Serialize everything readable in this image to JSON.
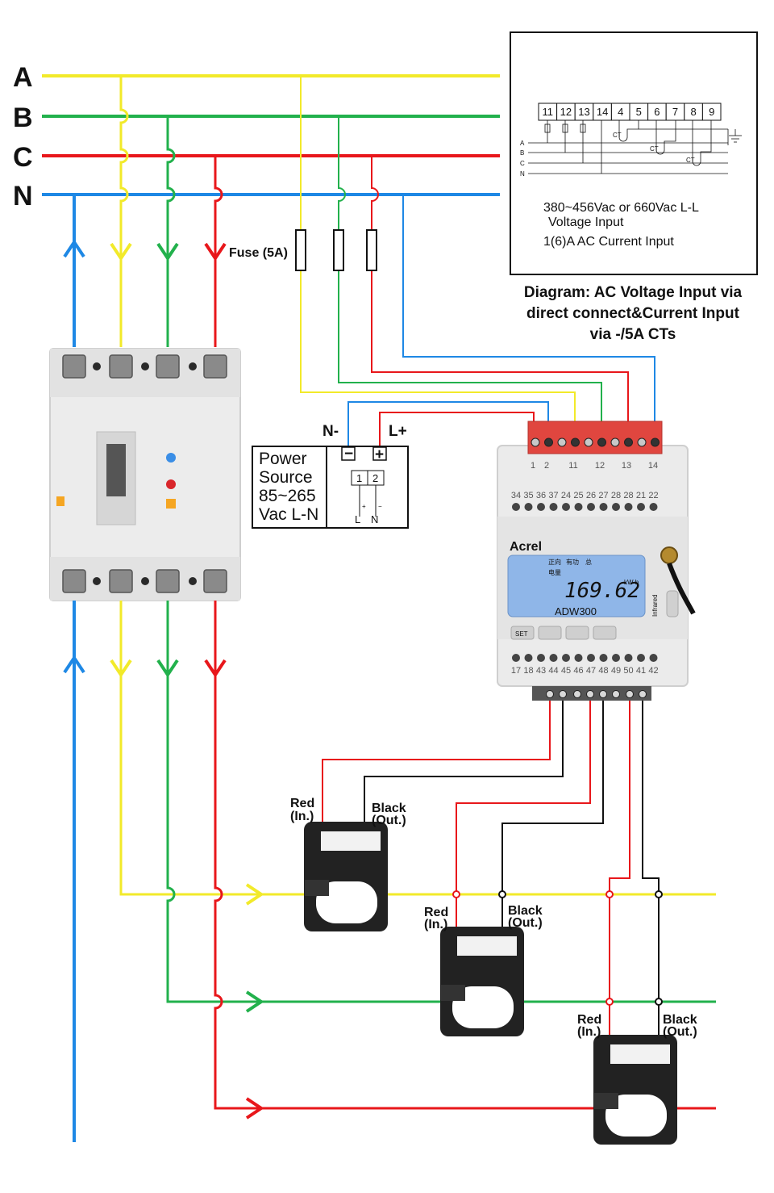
{
  "bus_labels": {
    "a": "A",
    "b": "B",
    "c": "C",
    "n": "N"
  },
  "colors": {
    "phase_a": "#f2ea2a",
    "phase_b": "#22b14c",
    "phase_c": "#e8171b",
    "neutral": "#1e88e5",
    "ct_out": "#111111",
    "terminal_block": "#e0463f"
  },
  "fuse_label": "Fuse (5A)",
  "wiring_box": {
    "terminals": [
      "11",
      "12",
      "13",
      "14",
      "4",
      "5",
      "6",
      "7",
      "8",
      "9"
    ],
    "line_letters": [
      "A",
      "B",
      "C",
      "N"
    ],
    "ct_tag": "CT",
    "voltage_text_1": "380~456Vac or 660Vac L-L",
    "voltage_text_2": "Voltage Input",
    "current_text": "1(6)A AC Current Input"
  },
  "diagram_caption": {
    "line1": "Diagram: AC Voltage Input via",
    "line2": "direct connect&Current Input",
    "line3": "via -/5A CTs"
  },
  "power_source": {
    "n_label": "N-",
    "l_label": "L+",
    "minus": "−",
    "plus": "+",
    "title_lines": [
      "Power",
      "Source",
      "85~265",
      "Vac L-N"
    ],
    "term_1": "1",
    "term_2": "2",
    "plus_small": "+",
    "minus_small": "−",
    "l_small": "L",
    "n_small": "N"
  },
  "meter": {
    "brand": "Acrel",
    "model": "ADW300",
    "reading": "169.62",
    "unit": "kW h",
    "infrared_label": "Infrared",
    "lcd_header": [
      "正向",
      "有功",
      "总"
    ],
    "lcd_sub": "电量",
    "set_button": "SET",
    "top_block_labels": [
      "1",
      "2",
      "11",
      "12",
      "13",
      "14"
    ],
    "top_row_numbers": [
      "34",
      "35",
      "36",
      "37",
      "24",
      "25",
      "26",
      "27",
      "28",
      "28",
      "21",
      "22"
    ],
    "bottom_row_numbers": [
      "17",
      "18",
      "43",
      "44",
      "45",
      "46",
      "47",
      "48",
      "49",
      "50",
      "41",
      "42"
    ]
  },
  "ct_labels": {
    "red_1": "Red",
    "in_1": "(In.)",
    "black_1": "Black",
    "out_1": "(Out.)",
    "red_2": "Red",
    "in_2": "(In.)",
    "black_2": "Black",
    "out_2": "(Out.)",
    "red_3": "Red",
    "in_3": "(In.)",
    "black_3": "Black",
    "out_3": "(Out.)"
  }
}
